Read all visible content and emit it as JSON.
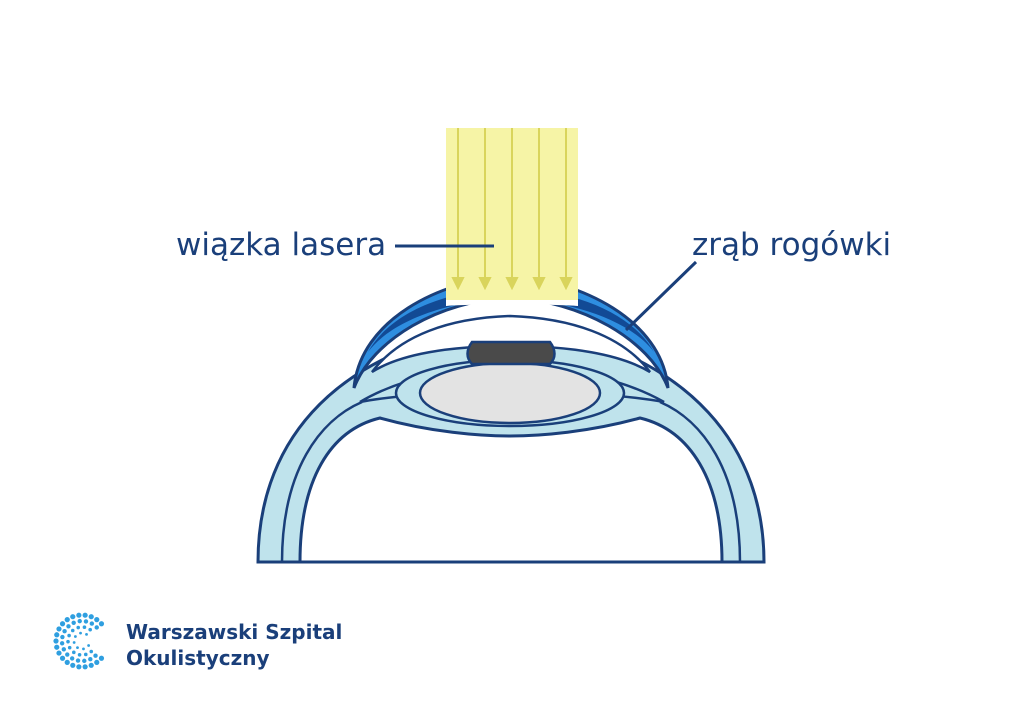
{
  "labels": {
    "laser_beam": "wiązka lasera",
    "corneal_stroma": "zrąb rogówki"
  },
  "logo": {
    "line1": "Warszawski Szpital",
    "line2": "Okulistyczny",
    "mark_icon": "dotted-circle-logo-icon"
  },
  "colors": {
    "outline": "#1a3f7a",
    "eye_fill": "#bfe3ec",
    "cornea_stroma": "#2e8ee0",
    "stroma_dark": "#124a95",
    "laser": "#f6f4a6",
    "laser_arrow": "#d9d45c",
    "lens": "#e3e3e3",
    "pupil": "#4a4a4a",
    "logo_accent": "#2f9fe0"
  }
}
